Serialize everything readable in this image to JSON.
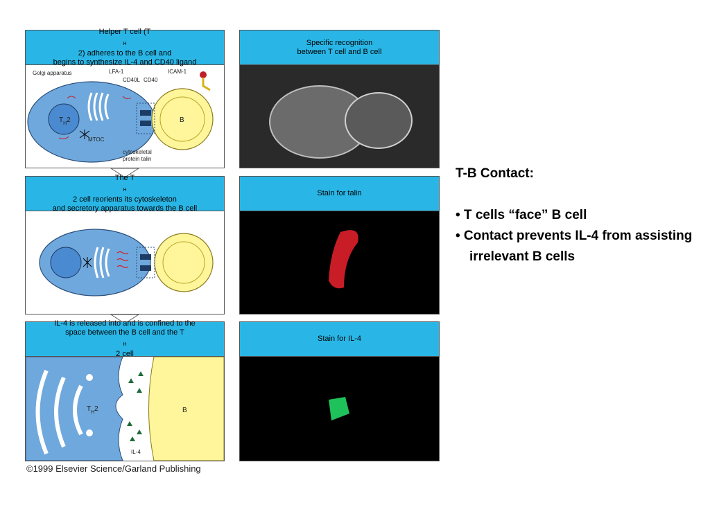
{
  "panels": [
    {
      "header_line1": "Helper T cell (T",
      "header_sub": "H",
      "header_line1_end": "2) adheres to the B cell and",
      "header_line2": "begins to synthesize IL-4 and CD40 ligand"
    },
    {
      "header_line1": "The T",
      "header_sub": "H",
      "header_line1_end": "2 cell reorients its cytoskeleton",
      "header_line2": "and secretory apparatus towards the B cell"
    },
    {
      "header_line1": "IL-4 is released into and is confined to the",
      "header_line2a": "space between the B cell and the T",
      "header_sub": "H",
      "header_line2_end": "2 cell"
    }
  ],
  "diagram_labels": {
    "golgi": "Golgi apparatus",
    "lfa1": "LFA-1",
    "cd40l": "CD40L",
    "cd40": "CD40",
    "icam1": "ICAM-1",
    "th2_t": "T",
    "th2_sub": "H",
    "th2_2": "2",
    "b": "B",
    "mtoc": "MTOC",
    "talin1": "cytoskeletal",
    "talin2": "protein talin",
    "il4": "IL-4"
  },
  "micro_panels": [
    {
      "header_line1": "Specific recognition",
      "header_line2": "between T cell and B cell"
    },
    {
      "header_line1": "Stain for talin",
      "header_line2": ""
    },
    {
      "header_line1": "Stain for IL-4",
      "header_line2": ""
    }
  ],
  "side_text": {
    "title": "T-B Contact:",
    "bullets": [
      "• T cells “face” B cell",
      "• Contact prevents IL-4 from assisting irrelevant B cells"
    ]
  },
  "credit": "©1999 Elsevier Science/Garland Publishing",
  "colors": {
    "header": "#29b6e6",
    "tcell": "#6fa8dc",
    "bcell": "#fff59a",
    "talin_stain": "#d4202a",
    "il4_stain": "#1fc25a"
  }
}
